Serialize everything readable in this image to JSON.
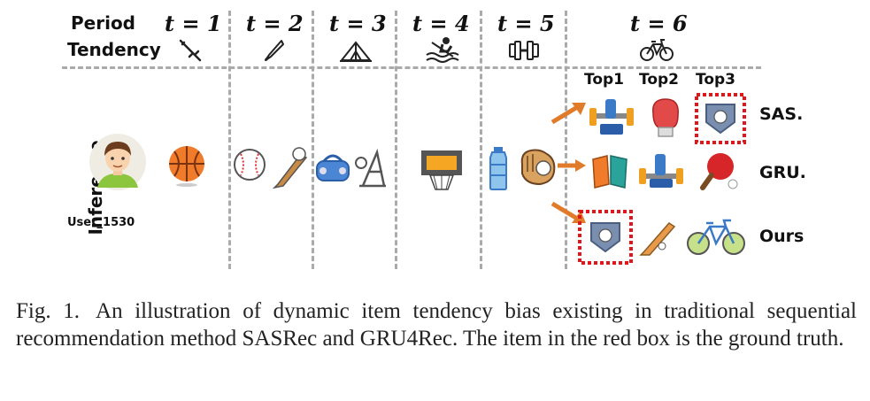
{
  "header": {
    "period_label": "Period",
    "tendency_label": "Tendency",
    "periods": [
      "t = 1",
      "t = 2",
      "t = 3",
      "t = 4",
      "t = 5",
      "t = 6"
    ]
  },
  "inference_label": "Inference",
  "user_label": "User_1530",
  "top_labels": [
    "Top1",
    "Top2",
    "Top3"
  ],
  "rows": [
    {
      "label": "SAS.",
      "items": [
        "dumbbell-icon",
        "boxing-glove-icon",
        "baseball-plate-icon"
      ]
    },
    {
      "label": "GRU.",
      "items": [
        "gloves-icon",
        "dumbbell-icon",
        "ping-pong-paddle-icon"
      ]
    },
    {
      "label": "Ours",
      "items": [
        "baseball-plate-icon",
        "baseball-bat-icon",
        "bicycle-icon"
      ]
    }
  ],
  "caption": {
    "label": "Fig. 1.",
    "text": "An illustration of dynamic item tendency bias existing in traditional sequential recommendation method SASRec and GRU4Rec. The item in the red box is the ground truth."
  },
  "colors": {
    "ground_truth_box": "#e0161a",
    "arrow": "#e07b2a",
    "divider": "#aaaaaa"
  }
}
